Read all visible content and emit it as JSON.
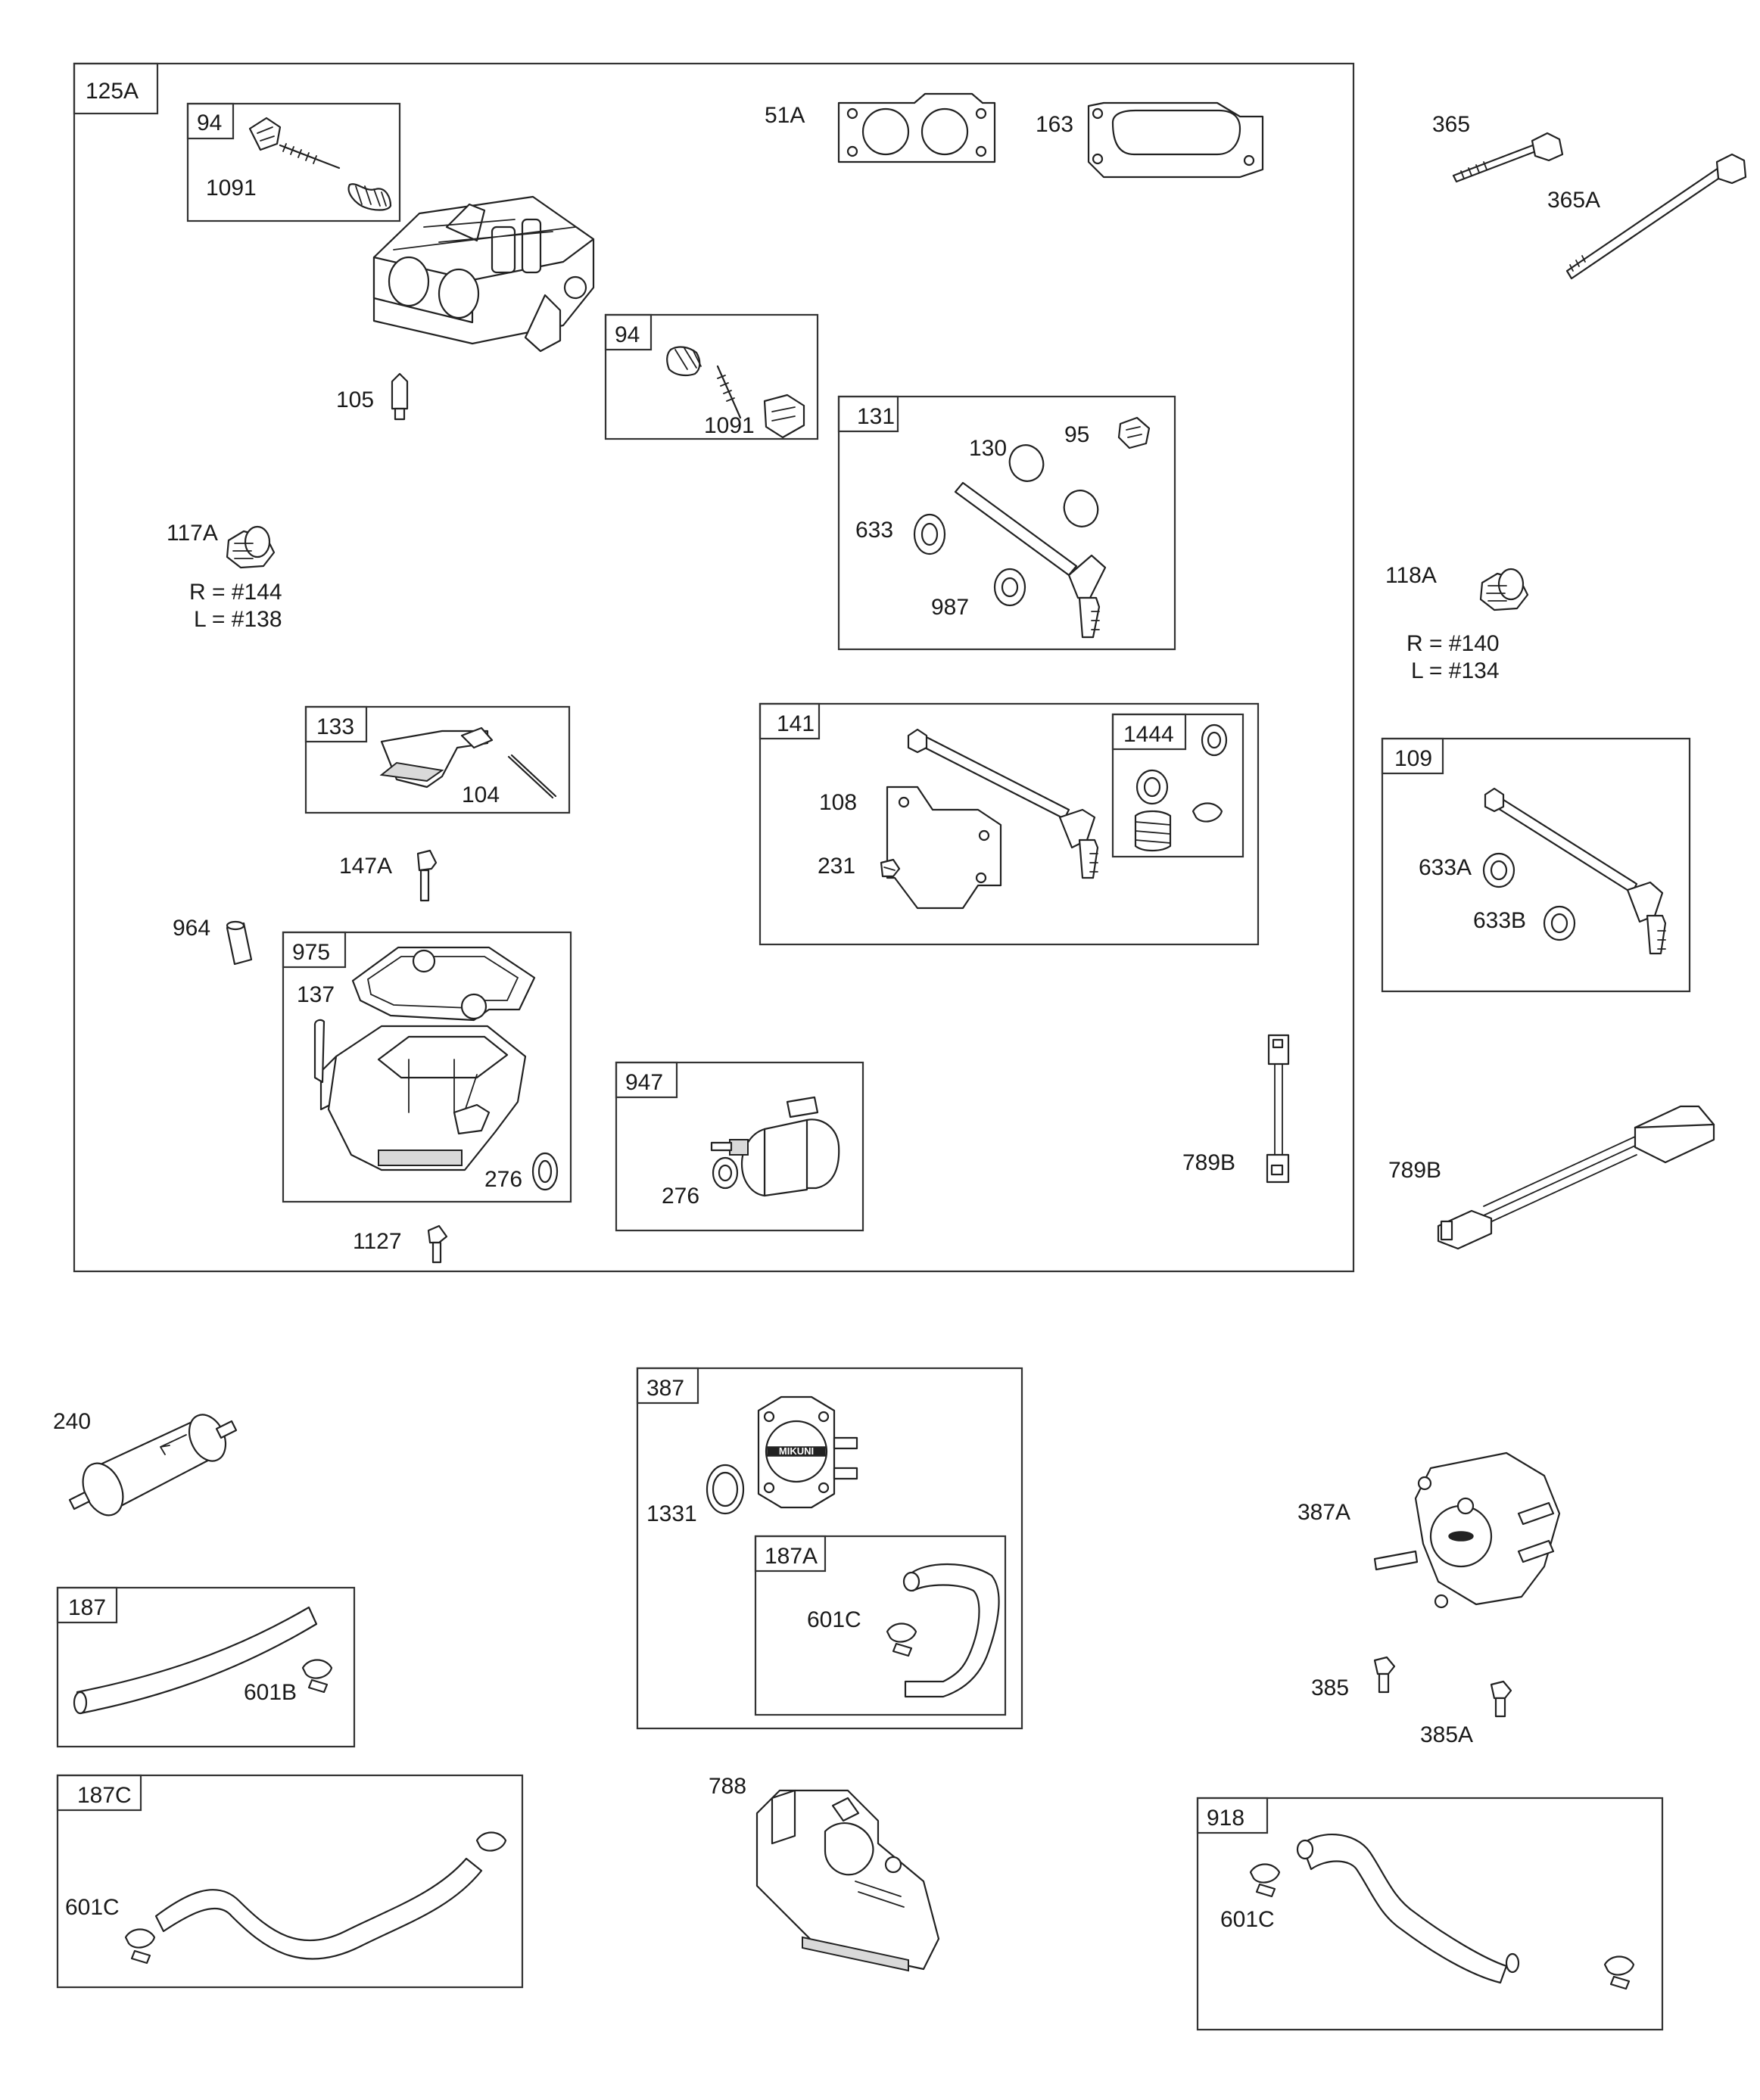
{
  "diagram": {
    "assembly_box": "125A",
    "boxes": {
      "b94a": "94",
      "b94b": "94",
      "b131": "131",
      "b133": "133",
      "b141": "141",
      "b1444": "1444",
      "b975": "975",
      "b947": "947",
      "b109": "109",
      "b387": "387",
      "b187A": "187A",
      "b187": "187",
      "b187C": "187C",
      "b918": "918"
    },
    "parts": {
      "p1091a": "1091",
      "p105": "105",
      "p1091b": "1091",
      "p51A": "51A",
      "p163": "163",
      "p130": "130",
      "p95": "95",
      "p633": "633",
      "p987": "987",
      "p117A": "117A",
      "p104": "104",
      "p108": "108",
      "p231": "231",
      "p147A": "147A",
      "p964": "964",
      "p137": "137",
      "p276a": "276",
      "p1127": "1127",
      "p276b": "276",
      "p789B_a": "789B",
      "p365": "365",
      "p365A": "365A",
      "p118A": "118A",
      "p633A": "633A",
      "p633B": "633B",
      "p789B_b": "789B",
      "p240": "240",
      "p1331": "1331",
      "p601C_a": "601C",
      "p387A": "387A",
      "p385": "385",
      "p385A": "385A",
      "p601B": "601B",
      "p788": "788",
      "p601C_b": "601C",
      "p601C_c": "601C"
    },
    "notes": {
      "n117A_r": "R = #144",
      "n117A_l": "L = #138",
      "n118A_r": "R = #140",
      "n118A_l": "L = #134"
    },
    "pump_logo": "MIKUNI"
  }
}
